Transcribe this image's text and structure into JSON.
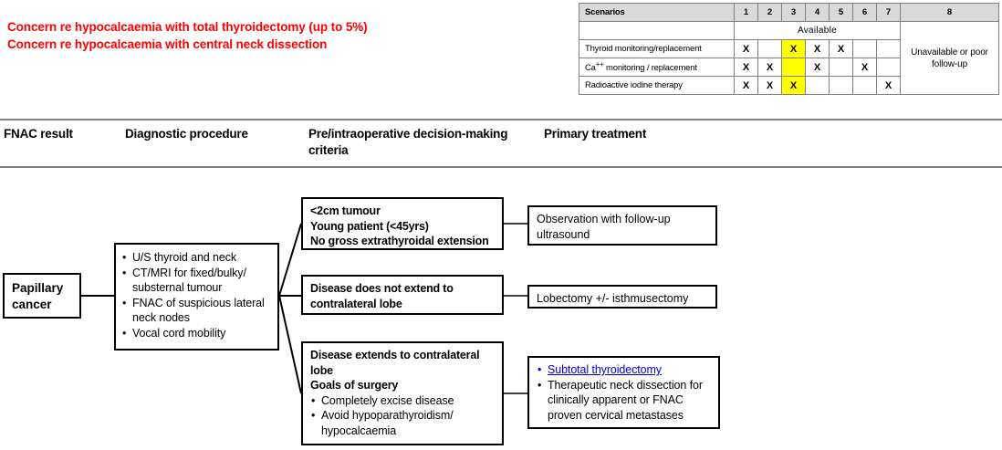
{
  "warnings": {
    "line1": "Concern re hypocalcaemia with total thyroidectomy (up to 5%)",
    "line2": "Concern re hypocalcaemia with central neck dissection",
    "color": "#ff0000"
  },
  "scenarios_table": {
    "corner_label": "Scenarios",
    "column_numbers": [
      "1",
      "2",
      "3",
      "4",
      "5",
      "6",
      "7",
      "8"
    ],
    "available_label": "Available",
    "last_column_label": "Unavailable or poor follow-up",
    "mark": "X",
    "highlight_color": "#ffff00",
    "header_bg": "#d9d9d9",
    "rows": [
      {
        "label": "Thyroid monitoring/replacement",
        "label_sup": "",
        "cells": [
          "X",
          "",
          "X",
          "X",
          "X",
          "",
          ""
        ],
        "highlight_index": 2
      },
      {
        "label": "Ca",
        "label_sup": "++",
        "label_tail": " monitoring / replacement",
        "cells": [
          "X",
          "X",
          "",
          "X",
          "",
          "X",
          ""
        ],
        "highlight_index": 2
      },
      {
        "label": "Radioactive iodine therapy",
        "label_sup": "",
        "cells": [
          "X",
          "X",
          "X",
          "",
          "",
          "",
          "X"
        ],
        "highlight_index": 2
      }
    ]
  },
  "column_headings": {
    "fnac": "FNAC result",
    "diagnostic": "Diagnostic procedure",
    "criteria": "Pre/intraoperative decision-making criteria",
    "treatment": "Primary treatment"
  },
  "flow": {
    "papillary": {
      "line1": "Papillary",
      "line2": "cancer"
    },
    "diagnostic_items": [
      "U/S thyroid and neck",
      "CT/MRI for fixed/bulky/ substernal tumour",
      "FNAC of suspicious lateral neck nodes",
      "Vocal cord mobility"
    ],
    "criteria_1": {
      "line1": "<2cm tumour",
      "line2": "Young patient (<45yrs)",
      "line3": "No gross extrathyroidal extension"
    },
    "criteria_2": {
      "line1": "Disease does not extend to contralateral lobe"
    },
    "criteria_3": {
      "line1": "Disease extends to contralateral lobe",
      "heading": "Goals of surgery",
      "items": [
        "Completely excise disease",
        "Avoid hypoparathyroidism/ hypocalcaemia"
      ]
    },
    "treatment_1": {
      "text": "Observation with follow-up ultrasound"
    },
    "treatment_2": {
      "text": "Lobectomy +/- isthmusectomy"
    },
    "treatment_3": {
      "link": "Subtotal thyroidectomy",
      "link_color": "#0000cc",
      "item": "Therapeutic neck dissection for clinically apparent or FNAC proven cervical metastases"
    }
  }
}
